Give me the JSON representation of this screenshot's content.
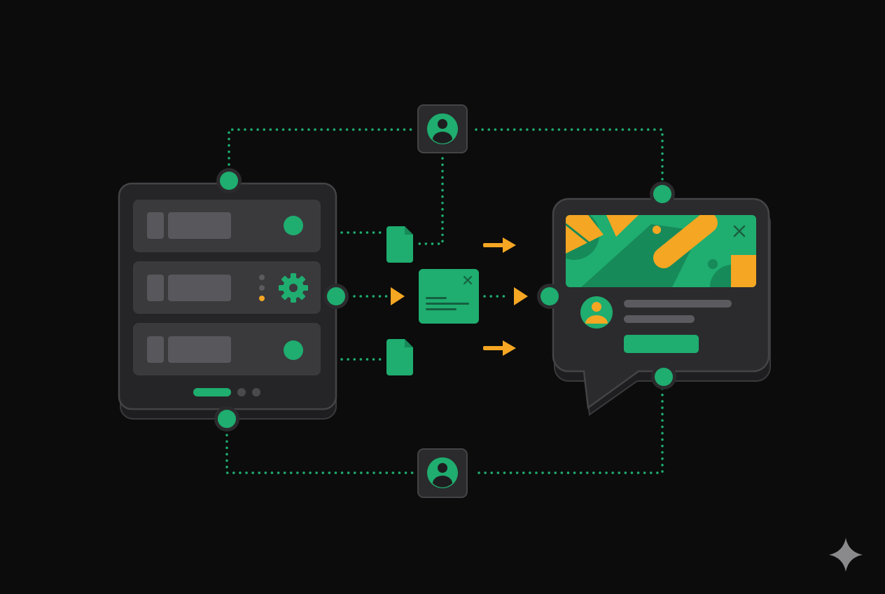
{
  "colors": {
    "background": "#0c0c0c",
    "accent_green": "#1fad70",
    "accent_orange": "#f5a623",
    "panel": "#2b2b2d",
    "panel_inner": "#3a3a3d",
    "muted": "#5b5b5f",
    "dotted_line": "#1fad70"
  },
  "icons": {
    "server": "server-rack-icon",
    "gear": "gear-icon",
    "document": "document-icon",
    "user": "user-avatar-icon",
    "message": "message-card-icon",
    "arrow": "arrow-right-icon",
    "close": "close-icon",
    "sparkle": "sparkle-icon"
  },
  "server_status": {
    "row_indicators": [
      "active",
      "configuring",
      "active"
    ],
    "pager_active_index": 0,
    "pager_count": 3
  }
}
